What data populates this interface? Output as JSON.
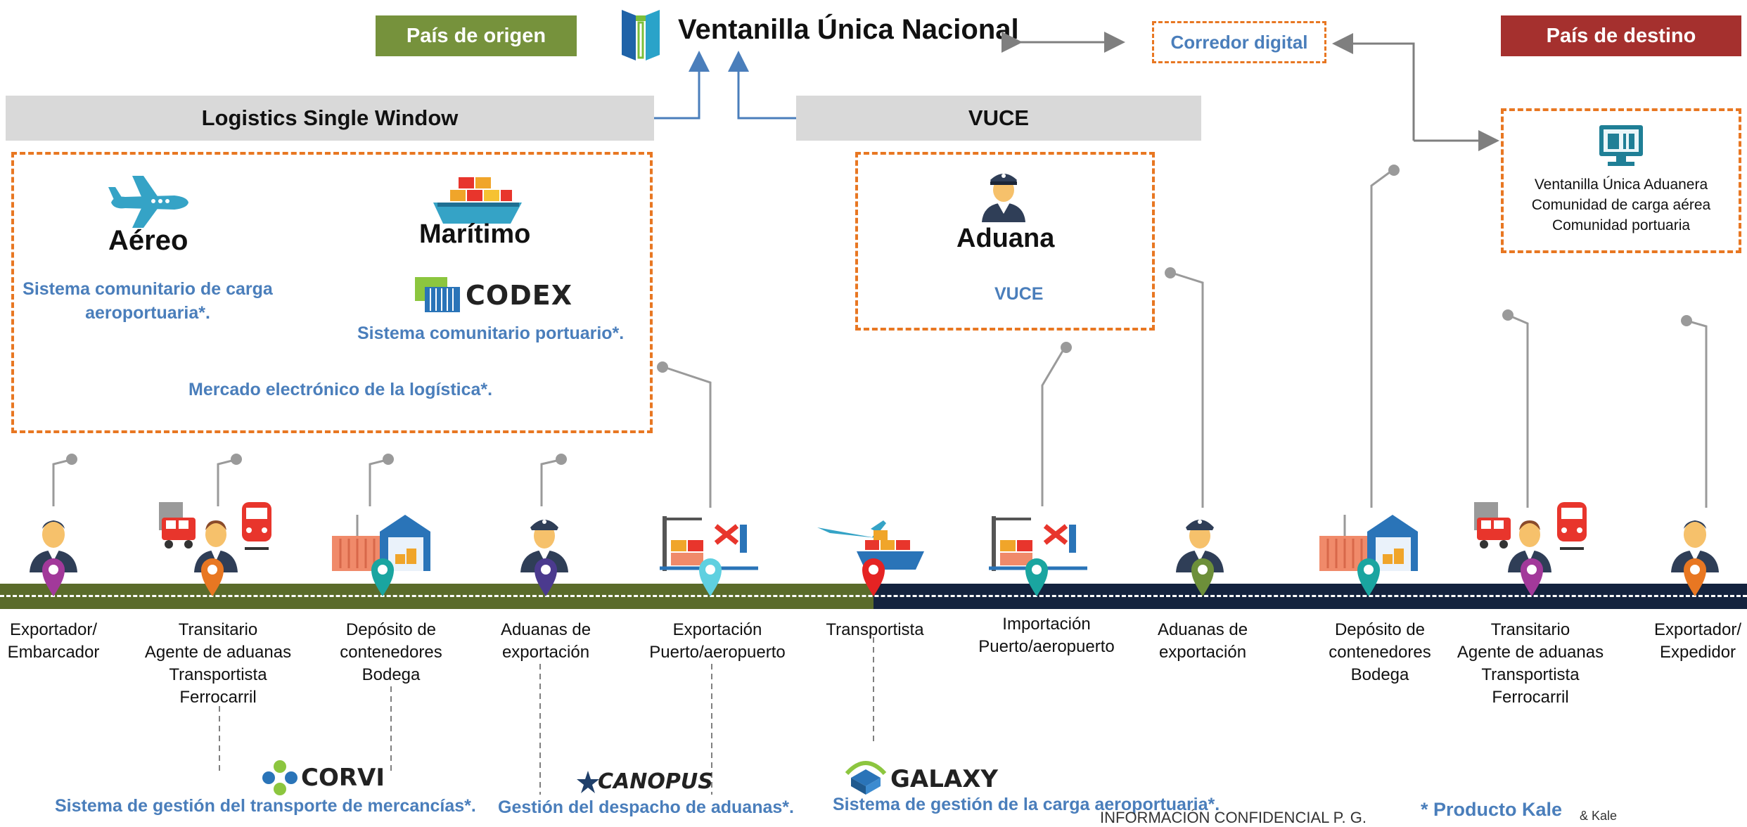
{
  "header": {
    "origin_label": "País de origen",
    "title": "Ventanilla Única Nacional",
    "corridor_label": "Corredor digital",
    "destination_label": "País de destino"
  },
  "logistics_single_window": {
    "title": "Logistics Single Window",
    "aereo": {
      "heading": "Aéreo",
      "system": [
        "Sistema comunitario de carga",
        "aeroportuaria*."
      ]
    },
    "maritimo": {
      "heading": "Marítimo",
      "logo_text": "CODEX",
      "system": "Sistema comunitario portuario*."
    },
    "market": "Mercado electrónico de la logística*."
  },
  "vuce": {
    "title": "VUCE",
    "heading": "Aduana",
    "system": "VUCE"
  },
  "destination_box": {
    "lines": [
      "Ventanilla Única Aduanera",
      "Comunidad de carga aérea",
      "Comunidad portuaria"
    ]
  },
  "timeline": {
    "actors": [
      {
        "lines": [
          "Exportador/",
          "Embarcador"
        ],
        "pin_color": "#a2399a"
      },
      {
        "lines": [
          "Transitario",
          "Agente de aduanas",
          "Transportista",
          "Ferrocarril"
        ],
        "pin_color": "#e87722"
      },
      {
        "lines": [
          "Depósito de",
          "contenedores",
          "Bodega"
        ],
        "pin_color": "#1aa5a0"
      },
      {
        "lines": [
          "Aduanas de",
          "exportación"
        ],
        "pin_color": "#4b3a8e"
      },
      {
        "lines": [
          "Exportación",
          "Puerto/aeropuerto"
        ],
        "pin_color": "#5fd0e0"
      },
      {
        "lines": [
          "Transportista"
        ],
        "pin_color": "#e52323"
      },
      {
        "lines": [
          "Importación",
          "Puerto/aeropuerto"
        ],
        "pin_color": "#1aa5a0"
      },
      {
        "lines": [
          "Aduanas de",
          "exportación"
        ],
        "pin_color": "#6d8f3a"
      },
      {
        "lines": [
          "Depósito de",
          "contenedores",
          "Bodega"
        ],
        "pin_color": "#1aa5a0"
      },
      {
        "lines": [
          "Transitario",
          "Agente de aduanas",
          "Transportista",
          "Ferrocarril"
        ],
        "pin_color": "#a2399a"
      },
      {
        "lines": [
          "Exportador/",
          "Expedidor"
        ],
        "pin_color": "#e87722"
      }
    ]
  },
  "bottom_products": {
    "corvi": {
      "logo_text": "CORVI",
      "description": "Sistema de gestión del transporte de mercancías*."
    },
    "canopus": {
      "logo_text": "CANOPUS",
      "description": "Gestión del despacho de aduanas*."
    },
    "galaxy": {
      "logo_text": "GALAXY",
      "description": "Sistema de gestión de la carga aeroportuaria*."
    }
  },
  "footer": {
    "confidential": "INFORMACIÓN CONFIDENCIAL P. G.",
    "product_note": "* Producto Kale",
    "trailing": "& Kale"
  },
  "colors": {
    "origin_green": "#76923c",
    "destination_red": "#a5302e",
    "orange_dash": "#e87722",
    "text_blue": "#4a7ebb",
    "road_green": "#5a6b2a",
    "road_navy": "#14233e"
  }
}
